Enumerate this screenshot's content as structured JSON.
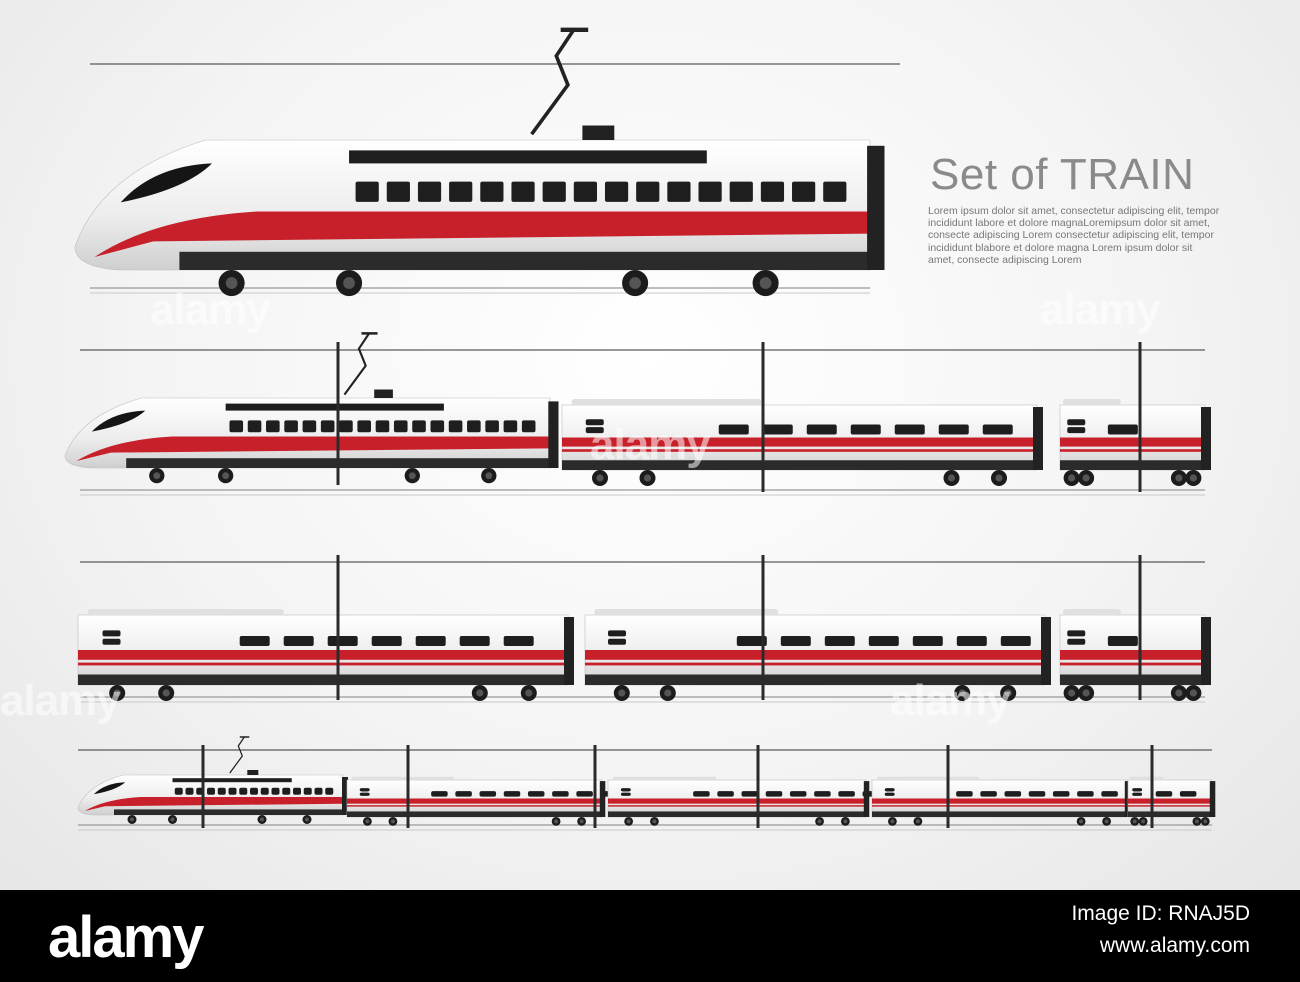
{
  "illustration": {
    "title": "Set of  TRAIN",
    "body": "Lorem ipsum dolor sit amet, consectetur adipiscing elit, tempor incididunt labore et dolore magnaLoremipsum dolor sit amet, consecte adipiscing Lorem consectetur adipiscing elit, tempor incididunt blabore et dolore magna Lorem ipsum dolor sit amet, consecte adipiscing Lorem",
    "watermark": "alamy",
    "colors": {
      "accent": "#c8202a",
      "window": "#1e1e1e",
      "body": "#f2f2f2",
      "pole": "#2a2a2a"
    }
  },
  "footer": {
    "logo": "alamy",
    "image_id": "Image ID: RNAJ5D",
    "link": "www.alamy.com"
  }
}
